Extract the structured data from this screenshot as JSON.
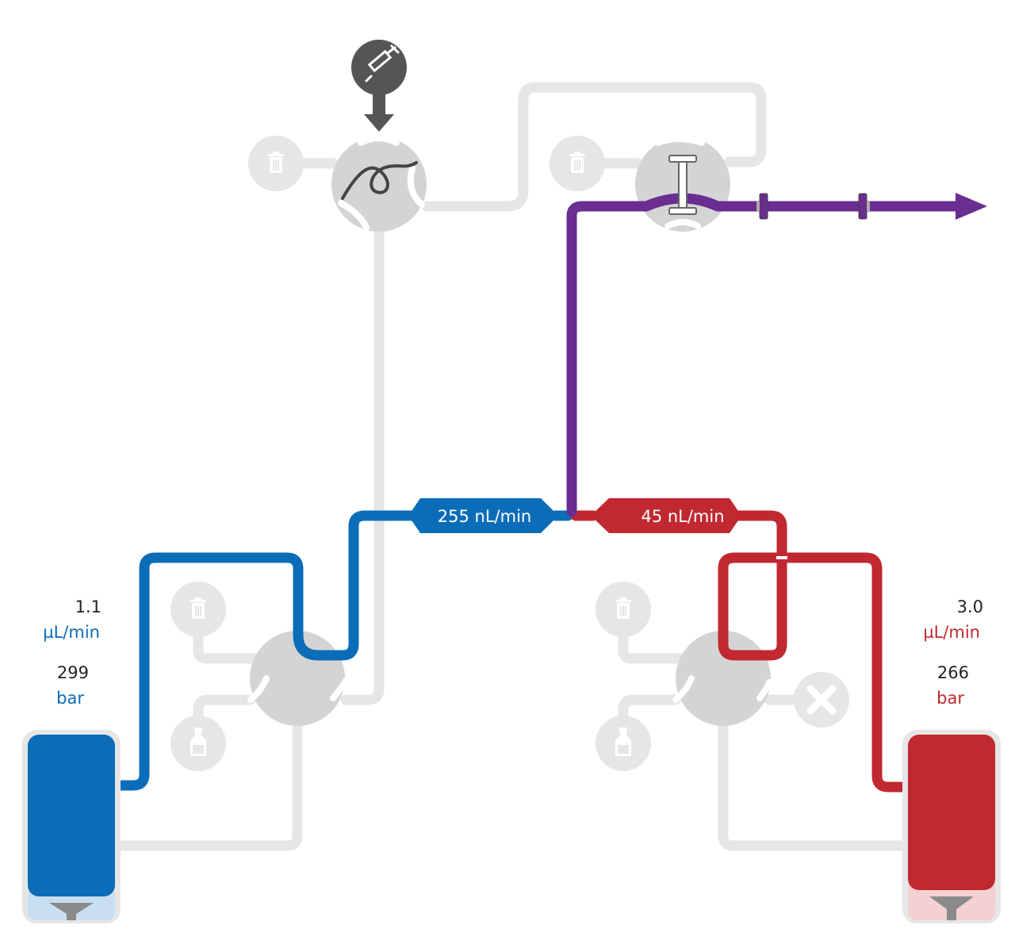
{
  "colors": {
    "pipe_idle": "#e6e6e6",
    "valve": "#d4d4d4",
    "pump_a": "#0b6db8",
    "pump_b": "#c1282f",
    "mixed": "#6a2d90",
    "injector": "#555555"
  },
  "flow_labels": {
    "a_branch": "255 nL/min",
    "b_branch": "45 nL/min"
  },
  "pump_a": {
    "flow_value": "1.1",
    "flow_unit": "µL/min",
    "pressure_value": "299",
    "pressure_unit": "bar"
  },
  "pump_b": {
    "flow_value": "3.0",
    "flow_unit": "µL/min",
    "pressure_value": "266",
    "pressure_unit": "bar"
  },
  "icons": [
    "syringe-icon",
    "waste-bin-icon",
    "solvent-bottle-icon",
    "blocked-port-icon",
    "sample-loop-icon",
    "column-icon",
    "output-arrow-icon"
  ]
}
